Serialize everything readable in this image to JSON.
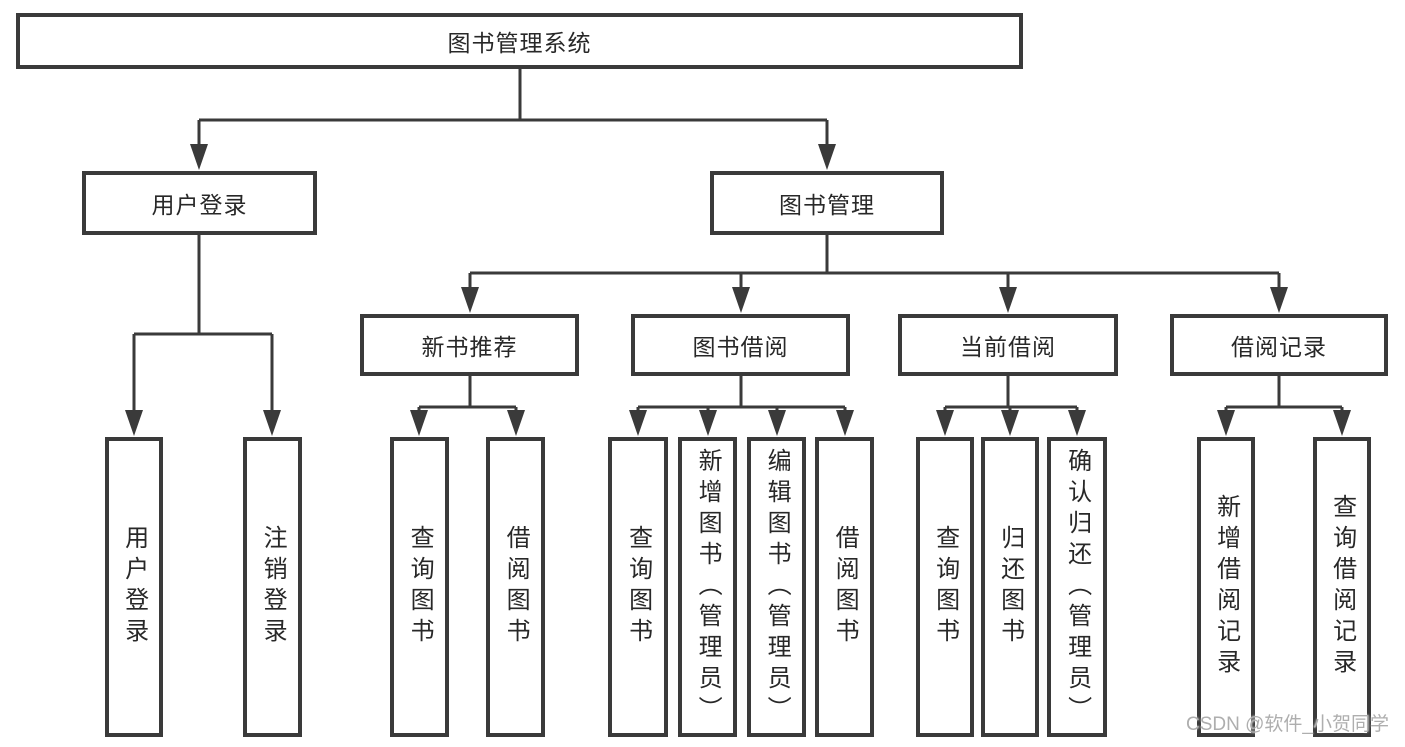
{
  "diagram": {
    "title": "图书管理系统",
    "branches": [
      "用户登录",
      "图书管理"
    ],
    "modules": [
      "新书推荐",
      "图书借阅",
      "当前借阅",
      "借阅记录"
    ],
    "leaves": {
      "user": [
        "用户登录",
        "注销登录"
      ],
      "recommend": [
        "查询图书",
        "借阅图书"
      ],
      "borrow": [
        "查询图书",
        "新增图书（管理员）",
        "编辑图书（管理员）",
        "借阅图书"
      ],
      "current": [
        "查询图书",
        "归还图书",
        "确认归还（管理员）"
      ],
      "records": [
        "新增借阅记录",
        "查询借阅记录"
      ]
    },
    "watermark": "CSDN @软件_小贺同学",
    "colors": {
      "line": "#3a3a3a",
      "box_border": "#3a3a3a",
      "text": "#282828",
      "watermark": "#aeaeae",
      "background": "#ffffff"
    }
  }
}
